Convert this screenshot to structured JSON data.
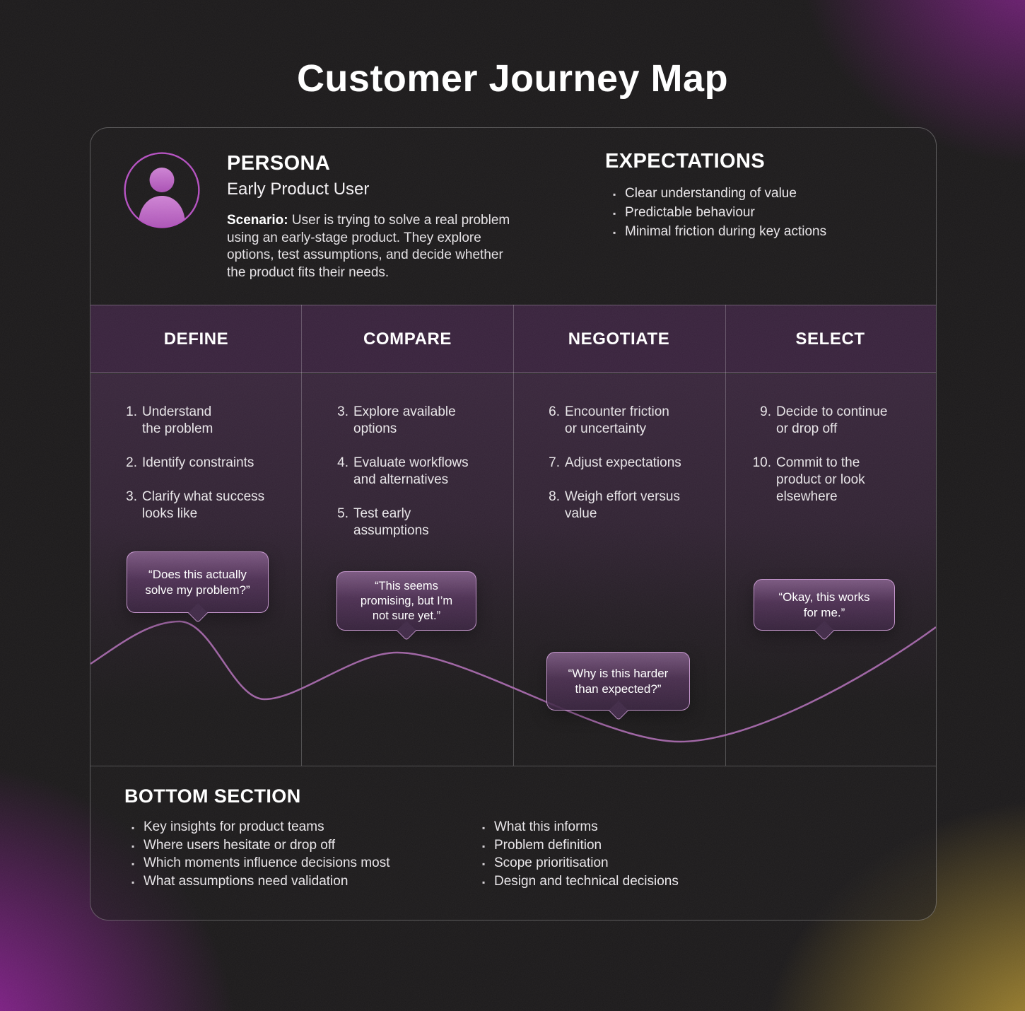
{
  "title": "Customer Journey Map",
  "ui": {
    "bullet": "▪"
  },
  "colors": {
    "background_base": "#1b191a",
    "corner_purple": "#9e22a8",
    "corner_yellow": "#c6a234",
    "accent_purple": "#b44fc0",
    "table_header_bg": "#38223c",
    "bubble_border": "#cd9cd6",
    "journey_line": "#a567ab"
  },
  "persona": {
    "heading": "PERSONA",
    "name": "Early Product User",
    "scenario_label": "Scenario:",
    "scenario_text": "User is trying to solve a real problem\nusing an early-stage product. They explore\noptions, test assumptions, and decide whether\nthe product fits their needs."
  },
  "expectations": {
    "heading": "EXPECTATIONS",
    "items": [
      "Clear understanding of value",
      "Predictable behaviour",
      "Minimal friction during key actions"
    ]
  },
  "stages": [
    {
      "label": "DEFINE",
      "items": [
        {
          "num": "1.",
          "text": "Understand\nthe problem"
        },
        {
          "num": "2.",
          "text": "Identify constraints"
        },
        {
          "num": "3.",
          "text": "Clarify what success\nlooks like"
        }
      ],
      "quote": "“Does this actually\nsolve my problem?”"
    },
    {
      "label": "COMPARE",
      "items": [
        {
          "num": "3.",
          "text": "Explore available\noptions"
        },
        {
          "num": "4.",
          "text": "Evaluate workflows\nand alternatives"
        },
        {
          "num": "5.",
          "text": "Test early\nassumptions"
        }
      ],
      "quote": "“This seems\npromising, but I’m\nnot sure yet.”"
    },
    {
      "label": "NEGOTIATE",
      "items": [
        {
          "num": "6.",
          "text": "Encounter friction\nor uncertainty"
        },
        {
          "num": "7.",
          "text": "Adjust expectations"
        },
        {
          "num": "8.",
          "text": "Weigh effort versus\nvalue"
        }
      ],
      "quote": "“Why is this harder\nthan expected?”"
    },
    {
      "label": "SELECT",
      "items": [
        {
          "num": "9.",
          "text": "Decide to continue\nor drop off"
        },
        {
          "num": "10.",
          "text": "Commit to the\nproduct or look\nelsewhere"
        }
      ],
      "quote": "“Okay, this works\nfor me.”"
    }
  ],
  "bottom": {
    "heading": "BOTTOM SECTION",
    "left_items": [
      "Key insights for product teams",
      "Where users hesitate or drop off",
      "Which moments influence decisions most",
      "What assumptions need validation"
    ],
    "right_items": [
      "What this informs",
      "Problem definition",
      "Scope prioritisation",
      "Design and technical decisions"
    ]
  }
}
